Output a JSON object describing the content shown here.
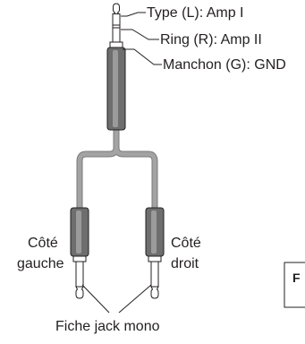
{
  "labels": {
    "tip": "Type (L): Amp I",
    "ring": "Ring (R): Amp II",
    "sleeve": "Manchon (G): GND",
    "left_side_line1": "Côté",
    "left_side_line2": "gauche",
    "right_side_line1": "Côté",
    "right_side_line2": "droit",
    "mono_plugs": "Fiche jack mono",
    "partial_box_letter": "F"
  },
  "colors": {
    "cable": "#9a9a9a",
    "plug_body": "#6e6e6e",
    "plug_highlight": "#9b9b9b",
    "metal": "#ffffff",
    "outline": "#231f20",
    "text": "#231f20"
  }
}
